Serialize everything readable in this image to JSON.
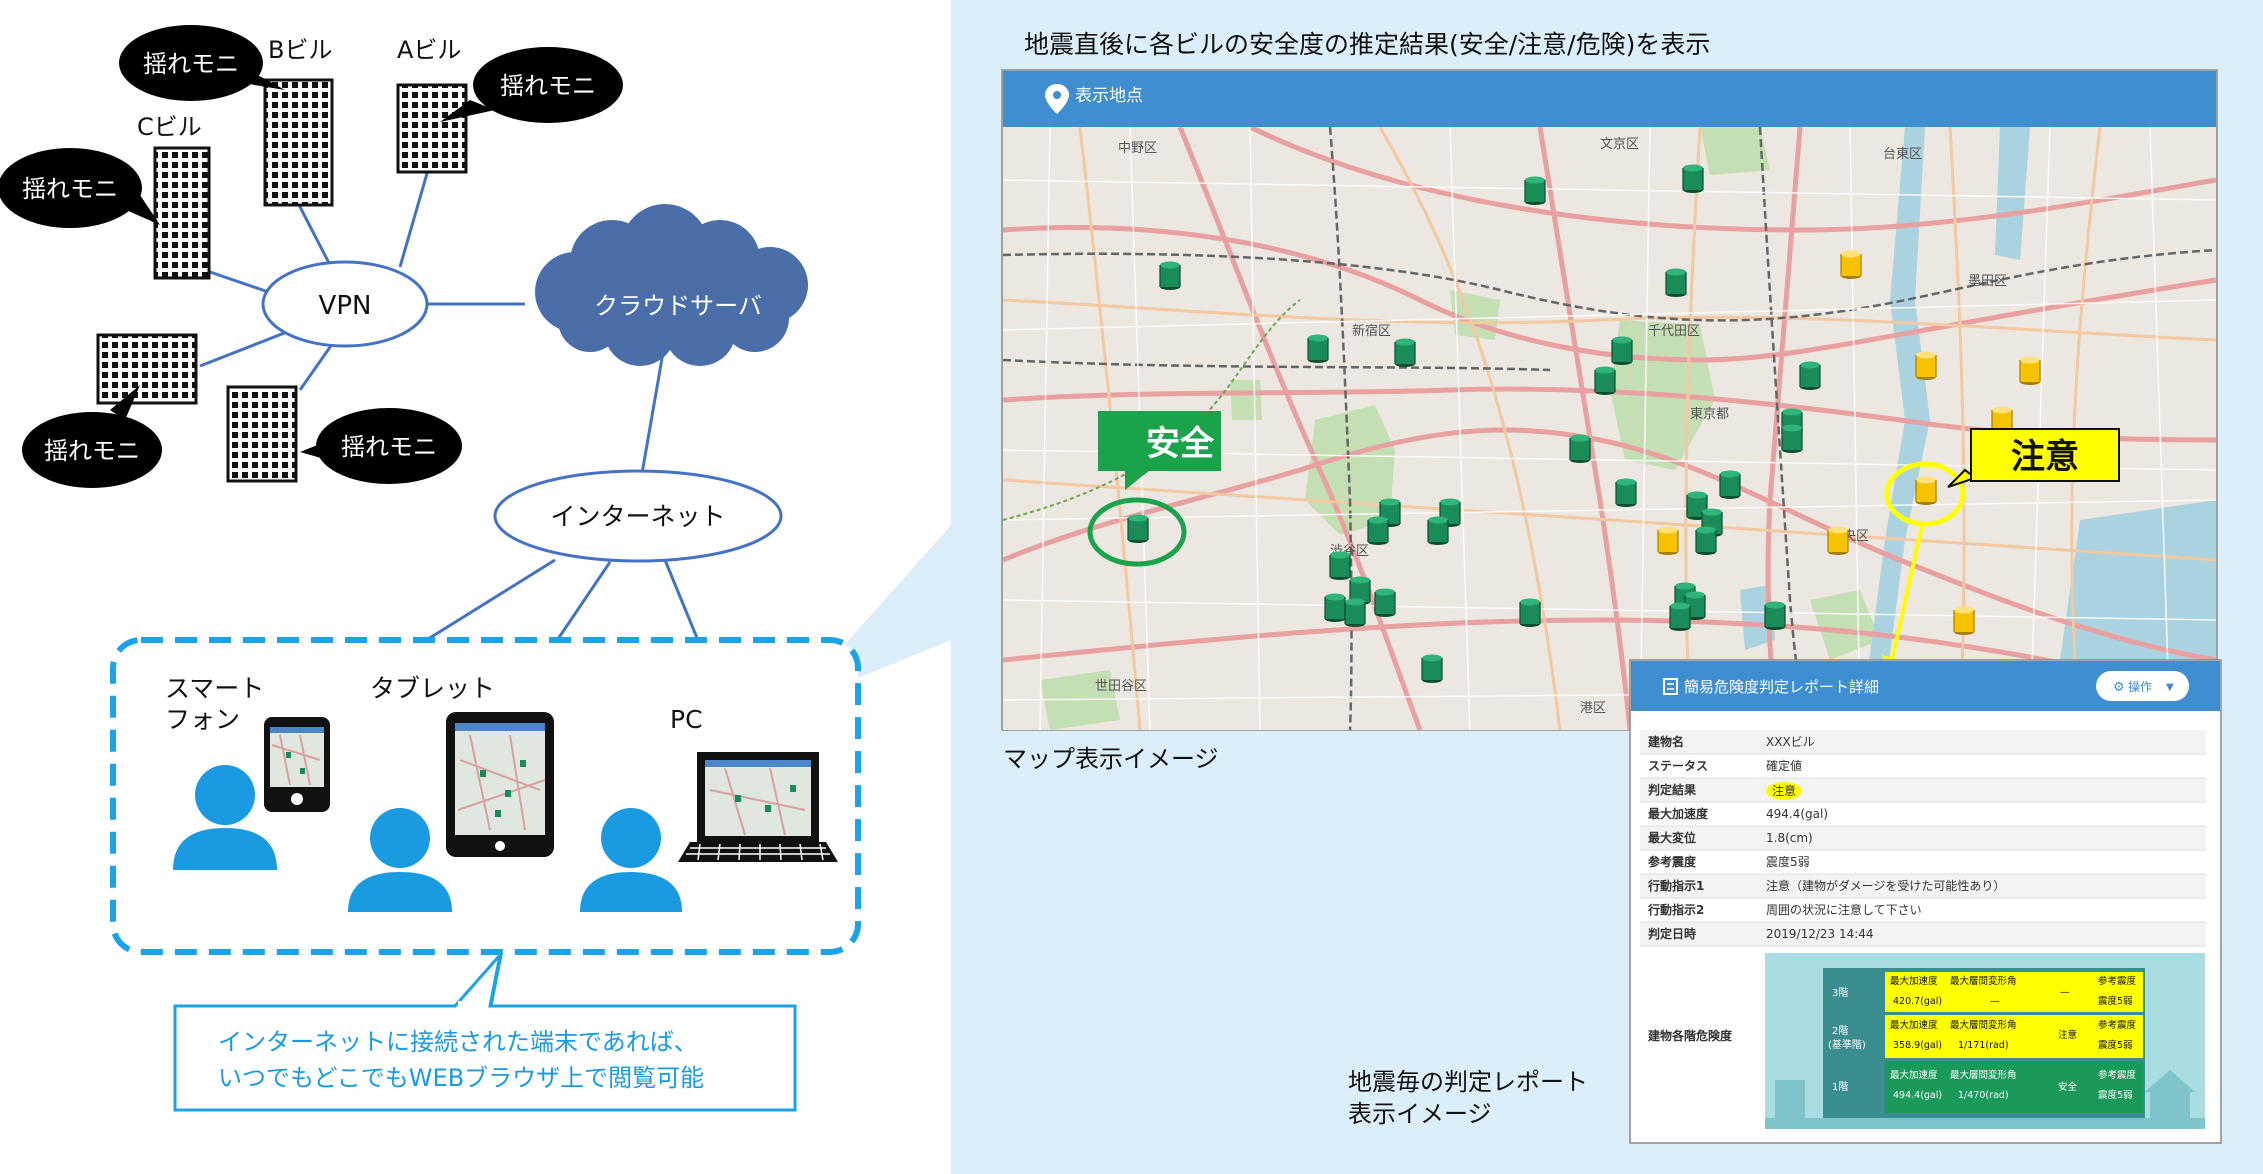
{
  "left": {
    "buildings": {
      "a": "Aビル",
      "b": "Bビル",
      "c": "Cビル"
    },
    "monitor_label": "揺れモニ",
    "vpn": "VPN",
    "cloud": "クラウドサーバ",
    "internet": "インターネット",
    "devices": {
      "smartphone_line1": "スマート",
      "smartphone_line2": "フォン",
      "tablet": "タブレット",
      "pc": "PC"
    },
    "caption_line1": "インターネットに接続された端末であれば、",
    "caption_line2": "いつでもどこでもWEBブラウザ上で閲覧可能"
  },
  "right": {
    "heading": "地震直後に各ビルの安全度の推定結果(安全/注意/危険)を表示",
    "map_header": "表示地点",
    "map_caption": "マップ表示イメージ",
    "badge_safe": "安全",
    "badge_caution": "注意",
    "districts": [
      "中野区",
      "文京区",
      "台東区",
      "墨田区",
      "新宿区",
      "千代田区",
      "東京都",
      "中央区",
      "渋谷区",
      "世田谷区",
      "港区"
    ],
    "report": {
      "title": "簡易危険度判定レポート詳細",
      "button": "操作",
      "rows": [
        [
          "建物名",
          "XXXビル"
        ],
        [
          "ステータス",
          "確定値"
        ],
        [
          "判定結果",
          "注意"
        ],
        [
          "最大加速度",
          "494.4(gal)"
        ],
        [
          "最大変位",
          "1.8(cm)"
        ],
        [
          "参考震度",
          "震度5弱"
        ],
        [
          "行動指示1",
          "注意（建物がダメージを受けた可能性あり）"
        ],
        [
          "行動指示2",
          "周囲の状況に注意して下さい"
        ],
        [
          "判定日時",
          "2019/12/23 14:44"
        ]
      ],
      "floor_label": "建物各階危険度",
      "floors": [
        {
          "floor": "3階",
          "c1a": "最大加速度",
          "c1b": "420.7(gal)",
          "c2a": "最大層間変形角",
          "c2b": "—",
          "status": "—",
          "c3a": "参考震度",
          "c3b": "震度5弱"
        },
        {
          "floor": "2階",
          "floor2": "(基準階)",
          "c1a": "最大加速度",
          "c1b": "358.9(gal)",
          "c2a": "最大層間変形角",
          "c2b": "1/171(rad)",
          "status": "注意",
          "c3a": "参考震度",
          "c3b": "震度5弱"
        },
        {
          "floor": "1階",
          "c1a": "最大加速度",
          "c1b": "494.4(gal)",
          "c2a": "最大層間変形角",
          "c2b": "1/470(rad)",
          "status": "安全",
          "c3a": "参考震度",
          "c3b": "震度5弱"
        }
      ]
    },
    "report_caption_line1": "地震毎の判定レポート",
    "report_caption_line2": "表示イメージ"
  },
  "colors": {
    "blue": "#4472c4",
    "panel": "#dceefa",
    "accent": "#1aa3e8",
    "safe": "#1a8c5a",
    "caution": "#f7c200",
    "badge_safe": "#1aa34a",
    "badge_caution": "#ffff00"
  }
}
